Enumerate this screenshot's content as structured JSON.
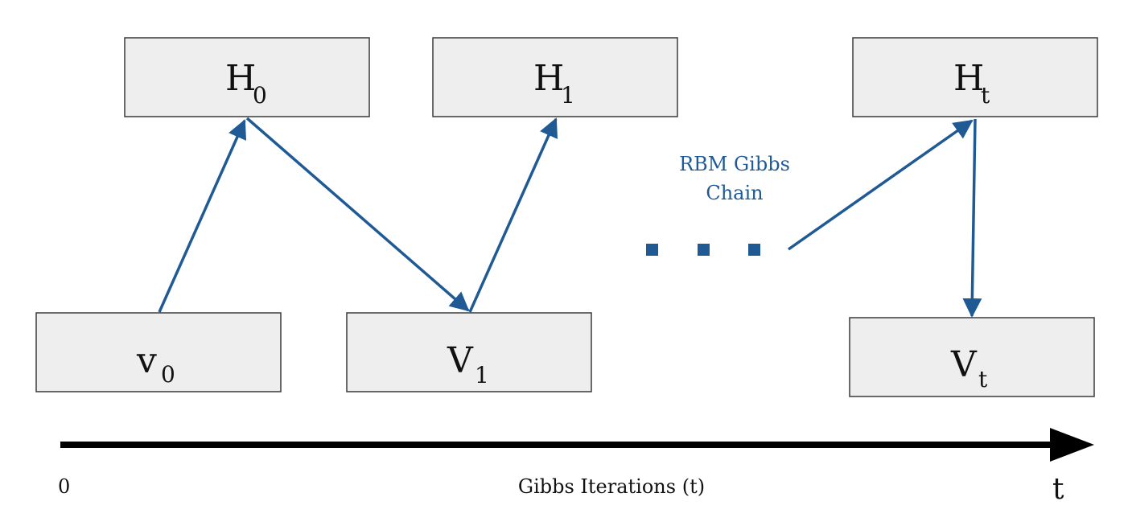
{
  "nodes": {
    "h0": {
      "main": "H",
      "sub": "0"
    },
    "h1": {
      "main": "H",
      "sub": "1"
    },
    "ht": {
      "main": "H",
      "sub": "t"
    },
    "v0": {
      "main": "v",
      "sub": "0"
    },
    "v1": {
      "main": "V",
      "sub": "1"
    },
    "vt": {
      "main": "V",
      "sub": "t"
    }
  },
  "chain_label": {
    "line1": "RBM Gibbs",
    "line2": "Chain"
  },
  "axis": {
    "start": "0",
    "label": "Gibbs Iterations (t)",
    "end": "t"
  },
  "colors": {
    "edge": "#1f5a94",
    "box_fill": "#eeeeee",
    "axis": "#000000"
  }
}
